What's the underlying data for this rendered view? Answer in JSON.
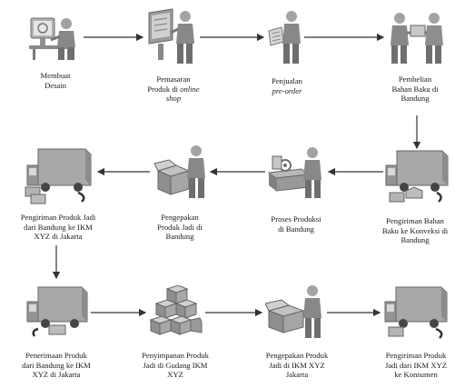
{
  "diagram": {
    "steps": [
      {
        "id": "s1",
        "icon": "designer-at-computer-icon",
        "lines": [
          "Membuat",
          "Desain"
        ]
      },
      {
        "id": "s2",
        "icon": "person-at-screen-icon",
        "lines": [
          "Pemasaran",
          "Produk di "
        ],
        "italic_tail": "online\nshop"
      },
      {
        "id": "s3",
        "icon": "person-with-document-icon",
        "lines": [
          "Penjualan"
        ],
        "italic_line": "pre-order"
      },
      {
        "id": "s4",
        "icon": "two-people-trading-icon",
        "lines": [
          "Pembelian",
          "Bahan Baku di",
          "Bandung"
        ]
      },
      {
        "id": "s5",
        "icon": "delivery-truck-icon",
        "lines": [
          "Pengiriman Bahan",
          "Baku ke Konveksi di",
          "Bandung"
        ]
      },
      {
        "id": "s6",
        "icon": "production-worker-icon",
        "lines": [
          "Proses Produksi",
          "di Bandung"
        ]
      },
      {
        "id": "s7",
        "icon": "packing-worker-icon",
        "lines": [
          "Pengepakan",
          "Produk Jadi di",
          "Bandung"
        ]
      },
      {
        "id": "s8",
        "icon": "delivery-truck-icon",
        "lines": [
          "Pengiriman Produk Jadi",
          "dari Bandung ke IKM",
          "XYZ di Jakarta"
        ]
      },
      {
        "id": "s9",
        "icon": "receiving-truck-icon",
        "lines": [
          "Penerimaan Produk",
          "dari Bandung ke IKM",
          "XYZ di Jakarta"
        ]
      },
      {
        "id": "s10",
        "icon": "stacked-boxes-icon",
        "lines": [
          "Penyimpanan Produk",
          "Jadi di Gudang IKM",
          "XYZ"
        ]
      },
      {
        "id": "s11",
        "icon": "packing-worker-icon",
        "lines": [
          "Pengepakan Produk",
          "Jadi di IKM XYZ",
          "Jakarta"
        ]
      },
      {
        "id": "s12",
        "icon": "delivery-truck-icon",
        "lines": [
          "Pengiriman Produk",
          "Jadi dari IKM XYZ",
          "ke Konsumen"
        ]
      }
    ]
  }
}
